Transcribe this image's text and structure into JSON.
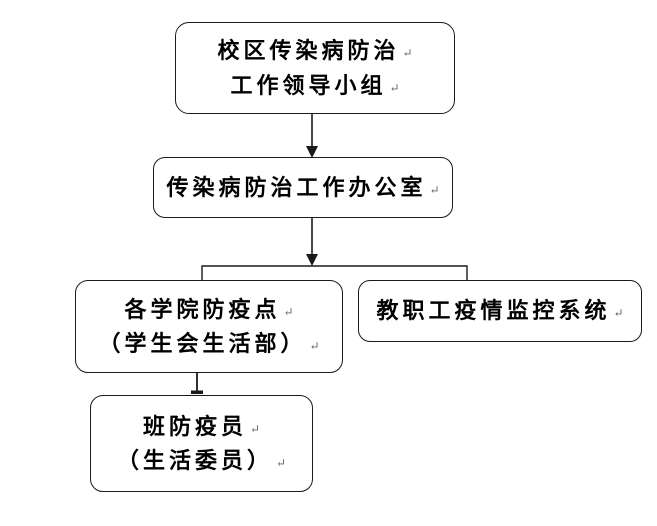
{
  "diagram": {
    "type": "org-flowchart",
    "return_mark": "↵",
    "nodes": {
      "leading_group": {
        "line1": "校区传染病防治",
        "line2": "工作领导小组"
      },
      "office": {
        "line1": "传染病防治工作办公室"
      },
      "college_points": {
        "line1": "各学院防疫点",
        "line2": "（学生会生活部）"
      },
      "staff_monitoring": {
        "line1": "教职工疫情监控系统"
      },
      "class_officers": {
        "line1": "班防疫员",
        "line2": "（生活委员）"
      }
    },
    "edges": [
      {
        "from": "leading_group",
        "to": "office",
        "style": "arrow-down"
      },
      {
        "from": "office",
        "to": "college_points+staff_monitoring",
        "style": "arrow-down-to-bracket"
      },
      {
        "from": "college_points",
        "to": "class_officers",
        "style": "line-down-bar"
      }
    ],
    "colors": {
      "line": "#1a1a1a",
      "background": "#ffffff",
      "text": "#000000",
      "mark": "#666666"
    }
  }
}
